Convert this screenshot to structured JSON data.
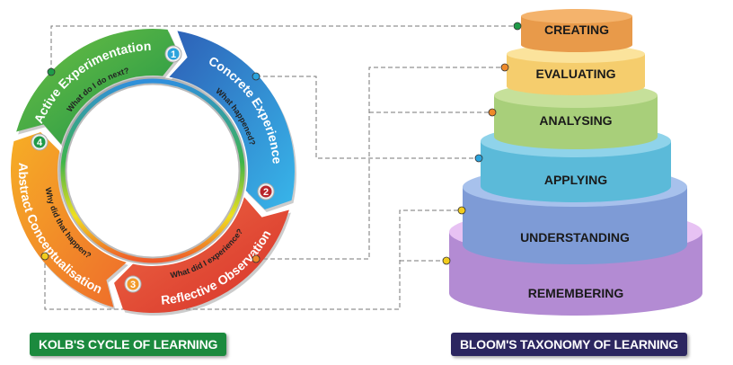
{
  "kolb": {
    "title": "KOLB'S CYCLE OF LEARNING",
    "stages": [
      {
        "number": "1",
        "title": "Concrete Experience",
        "question": "What happened?",
        "colors": [
          "#2d5fb6",
          "#38b6ea"
        ]
      },
      {
        "number": "2",
        "title": "Reflective Observation",
        "question": "What did I experience?",
        "colors": [
          "#ee6b45",
          "#d73129"
        ]
      },
      {
        "number": "3",
        "title": "Abstract Conceptualisation",
        "question": "Why did that happen?",
        "colors": [
          "#f6ae26",
          "#ee6c2b"
        ]
      },
      {
        "number": "4",
        "title": "Active Experimentation",
        "question": "What do I do next?",
        "colors": [
          "#6fc043",
          "#1c9448"
        ]
      }
    ]
  },
  "bloom": {
    "title": "BLOOM'S TAXONOMY OF LEARNING",
    "levels": [
      {
        "label": "CREATING",
        "top": "#f4b36c",
        "side": "#e89a4a"
      },
      {
        "label": "EVALUATING",
        "top": "#fbe39c",
        "side": "#f5cd6d"
      },
      {
        "label": "ANALYSING",
        "top": "#c6e09a",
        "side": "#a8cf7a"
      },
      {
        "label": "APPLYING",
        "top": "#8fd3ea",
        "side": "#5bbad9"
      },
      {
        "label": "UNDERSTANDING",
        "top": "#a7c1ec",
        "side": "#7e9bd6"
      },
      {
        "label": "REMEMBERING",
        "top": "#e7c2f3",
        "side": "#b38bd3"
      }
    ]
  },
  "connector_colors": {
    "green": "#1f9a48",
    "blue": "#2ba3dc",
    "orange": "#ee8a2a",
    "yellow": "#f2cc1e"
  }
}
